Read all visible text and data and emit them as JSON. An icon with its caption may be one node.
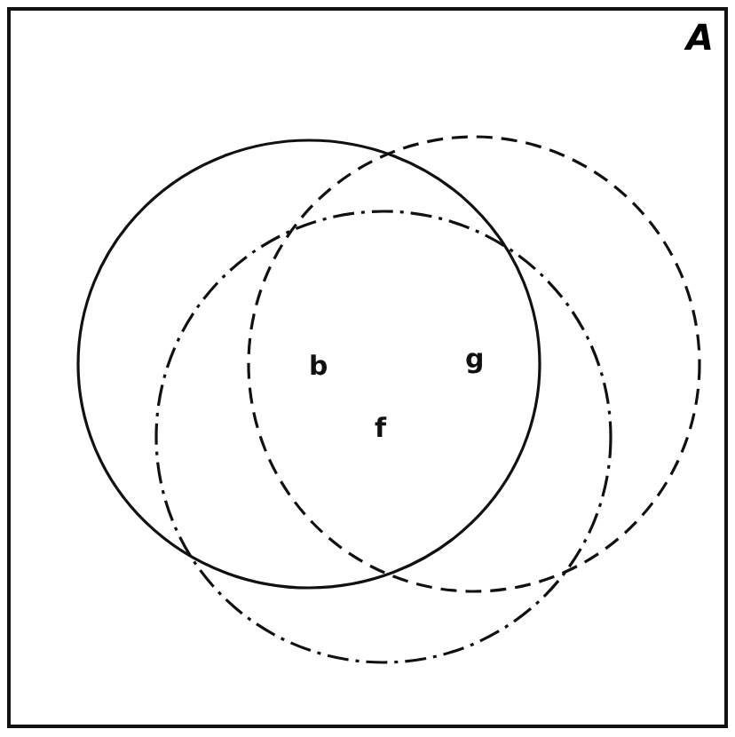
{
  "diagram": {
    "nodes": [
      {
        "text": [
          "A"
        ]
      },
      {
        "text": [],
        "shape": "circle",
        "in": 0
      },
      {
        "text": [],
        "shape": "circle",
        "in": 0
      },
      {
        "text": [],
        "shape": "circle",
        "in": 0
      }
    ],
    "labels": [
      "b",
      "g",
      "f"
    ]
  }
}
